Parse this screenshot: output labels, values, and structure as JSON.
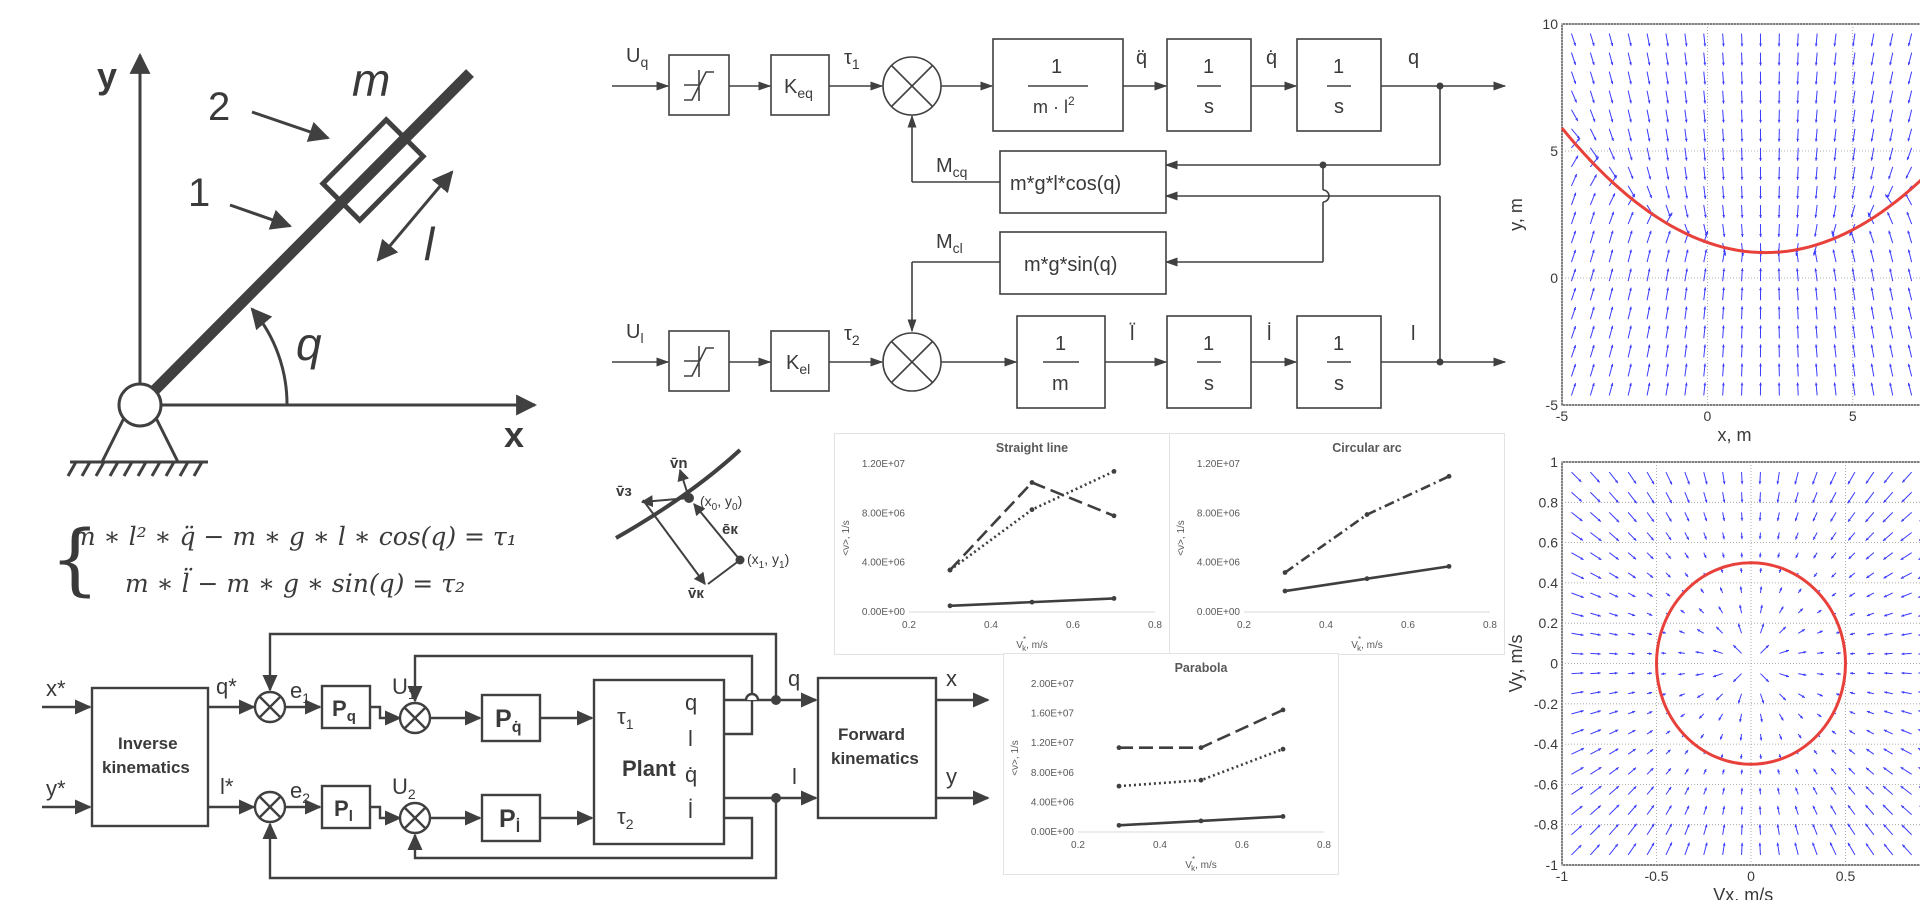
{
  "manipulator": {
    "axis_y": "y",
    "axis_x": "x",
    "mass": "m",
    "label_2": "2",
    "label_1": "1",
    "length": "l",
    "angle": "q"
  },
  "equations": {
    "eq1": "m ∗ l² ∗ q̈ − m ∗ g ∗ l ∗ cos(q) = τ₁",
    "eq2": "m ∗ l̈ − m ∗ g ∗ sin(q) = τ₂"
  },
  "block_top": {
    "input_q": "U",
    "input_q_sub": "q",
    "input_l": "U",
    "input_l_sub": "l",
    "gain_q": "K",
    "gain_q_sub": "eq",
    "gain_l": "K",
    "gain_l_sub": "el",
    "tau1": "τ",
    "tau1_sub": "1",
    "tau2": "τ",
    "tau2_sub": "2",
    "inertia_q_num": "1",
    "inertia_q_den": "m · l",
    "inertia_q_den_sup": "2",
    "inertia_l_num": "1",
    "inertia_l_den": "m",
    "integ_num": "1",
    "integ_den": "s",
    "sig_qdd": "q̈",
    "sig_qd": "q̇",
    "sig_q": "q",
    "sig_ldd": "l̈",
    "sig_ld": "l̇",
    "sig_l": "l",
    "mcq": "M",
    "mcq_sub": "cq",
    "mcl": "M",
    "mcl_sub": "cl",
    "cos_block": "m*g*l*cos(q)",
    "sin_block": "m*g*sin(q)"
  },
  "geometry_sketch": {
    "v3": "v̄з",
    "vn": "v̄n",
    "ek": "ēк",
    "vk": "v̄к",
    "p0": "(x",
    "p0_sub": "0",
    "p0_sep": ", y",
    "p0_sub2": "0",
    "p0_end": ")",
    "p1": "(x",
    "p1_sub": "1",
    "p1_sep": ", y",
    "p1_sub2": "1",
    "p1_end": ")"
  },
  "block_bottom": {
    "x_star": "x*",
    "y_star": "y*",
    "q_star": "q*",
    "l_star": "l*",
    "inverse": "Inverse",
    "kinematics": "kinematics",
    "e1": "e",
    "e1_sub": "1",
    "e2": "e",
    "e2_sub": "2",
    "pq": "P",
    "pq_sub": "q",
    "pl": "P",
    "pl_sub": "l",
    "u1": "U",
    "u1_sub": "1",
    "u2": "U",
    "u2_sub": "2",
    "pqd": "P",
    "pqd_sub": "q̇",
    "pld": "P",
    "pld_sub": "l̇",
    "plant": "Plant",
    "tau1": "τ",
    "tau1_sub": "1",
    "tau2": "τ",
    "tau2_sub": "2",
    "out_q": "q",
    "out_l": "l",
    "out_qd": "q̇",
    "out_ld": "l̇",
    "sig_q": "q",
    "sig_l": "l",
    "forward": "Forward",
    "fkinematics": "kinematics",
    "out_x": "x",
    "out_y": "y"
  },
  "chart_data": [
    {
      "type": "line",
      "title": "Straight line",
      "xlabel": "V",
      "xlabel_sub": "k",
      "xlabel_sup": "*",
      "xlabel_unit": ", m/s",
      "ylabel": "<ν>, 1/s",
      "xlim": [
        0.2,
        0.8
      ],
      "ylim": [
        0,
        12000000
      ],
      "xticks": [
        "0.2",
        "0.4",
        "0.6",
        "0.8"
      ],
      "yticks": [
        "0.00E+00",
        "4.00E+06",
        "8.00E+06",
        "1.20E+07"
      ],
      "series": [
        {
          "style": "solid",
          "x": [
            0.3,
            0.5,
            0.7
          ],
          "y": [
            500000,
            800000,
            1100000
          ]
        },
        {
          "style": "dashed",
          "x": [
            0.3,
            0.5,
            0.7
          ],
          "y": [
            3400000,
            10500000,
            7800000
          ]
        },
        {
          "style": "dotted",
          "x": [
            0.3,
            0.5,
            0.7
          ],
          "y": [
            3400000,
            8300000,
            11400000
          ]
        }
      ]
    },
    {
      "type": "line",
      "title": "Circular arc",
      "xlabel": "V",
      "xlabel_sub": "k",
      "xlabel_sup": "*",
      "xlabel_unit": ", m/s",
      "ylabel": "<ν>, 1/s",
      "xlim": [
        0.2,
        0.8
      ],
      "ylim": [
        0,
        12000000
      ],
      "xticks": [
        "0.2",
        "0.4",
        "0.6",
        "0.8"
      ],
      "yticks": [
        "0.00E+00",
        "4.00E+06",
        "8.00E+06",
        "1.20E+07"
      ],
      "series": [
        {
          "style": "solid",
          "x": [
            0.3,
            0.5,
            0.7
          ],
          "y": [
            1700000,
            2700000,
            3700000
          ]
        },
        {
          "style": "dashdot",
          "x": [
            0.3,
            0.5,
            0.7
          ],
          "y": [
            3200000,
            7900000,
            11000000
          ]
        }
      ]
    },
    {
      "type": "line",
      "title": "Parabola",
      "xlabel": "V",
      "xlabel_sub": "k",
      "xlabel_sup": "*",
      "xlabel_unit": ", m/s",
      "ylabel": "<ν>, 1/s",
      "xlim": [
        0.2,
        0.8
      ],
      "ylim": [
        0,
        20000000
      ],
      "xticks": [
        "0.2",
        "0.4",
        "0.6",
        "0.8"
      ],
      "yticks": [
        "0.00E+00",
        "4.00E+06",
        "8.00E+06",
        "1.20E+07",
        "1.60E+07",
        "2.00E+07"
      ],
      "series": [
        {
          "style": "solid",
          "x": [
            0.3,
            0.5,
            0.7
          ],
          "y": [
            900000,
            1500000,
            2100000
          ]
        },
        {
          "style": "dashed",
          "x": [
            0.3,
            0.5,
            0.7
          ],
          "y": [
            11400000,
            11400000,
            16500000
          ]
        },
        {
          "style": "dotted",
          "x": [
            0.3,
            0.5,
            0.7
          ],
          "y": [
            6200000,
            7000000,
            11200000
          ]
        }
      ]
    },
    {
      "type": "scatter",
      "xlabel": "x, m",
      "ylabel": "y, m",
      "xlim": [
        -5,
        8
      ],
      "ylim": [
        -5,
        10
      ],
      "xticks": [
        "-5",
        "0",
        "5"
      ],
      "yticks": [
        "-5",
        "0",
        "5",
        "10"
      ],
      "grid": true,
      "field_color": "#3b3bff",
      "curve_color": "#e8403a",
      "curve": "parabola, vertex ≈ (2, 1)"
    },
    {
      "type": "scatter",
      "xlabel": "Vx, m/s",
      "ylabel": "Vy, m/s",
      "xlim": [
        -1,
        1
      ],
      "ylim": [
        -1,
        1
      ],
      "xticks": [
        "-1",
        "-0.5",
        "0",
        "0.5"
      ],
      "yticks": [
        "-1",
        "-0.8",
        "-0.6",
        "-0.4",
        "-0.2",
        "0",
        "0.2",
        "0.4",
        "0.6",
        "0.8",
        "1"
      ],
      "grid": true,
      "field_color": "#3b3bff",
      "curve_color": "#e8403a",
      "curve": "circle, radius 0.5 centred at origin"
    }
  ]
}
